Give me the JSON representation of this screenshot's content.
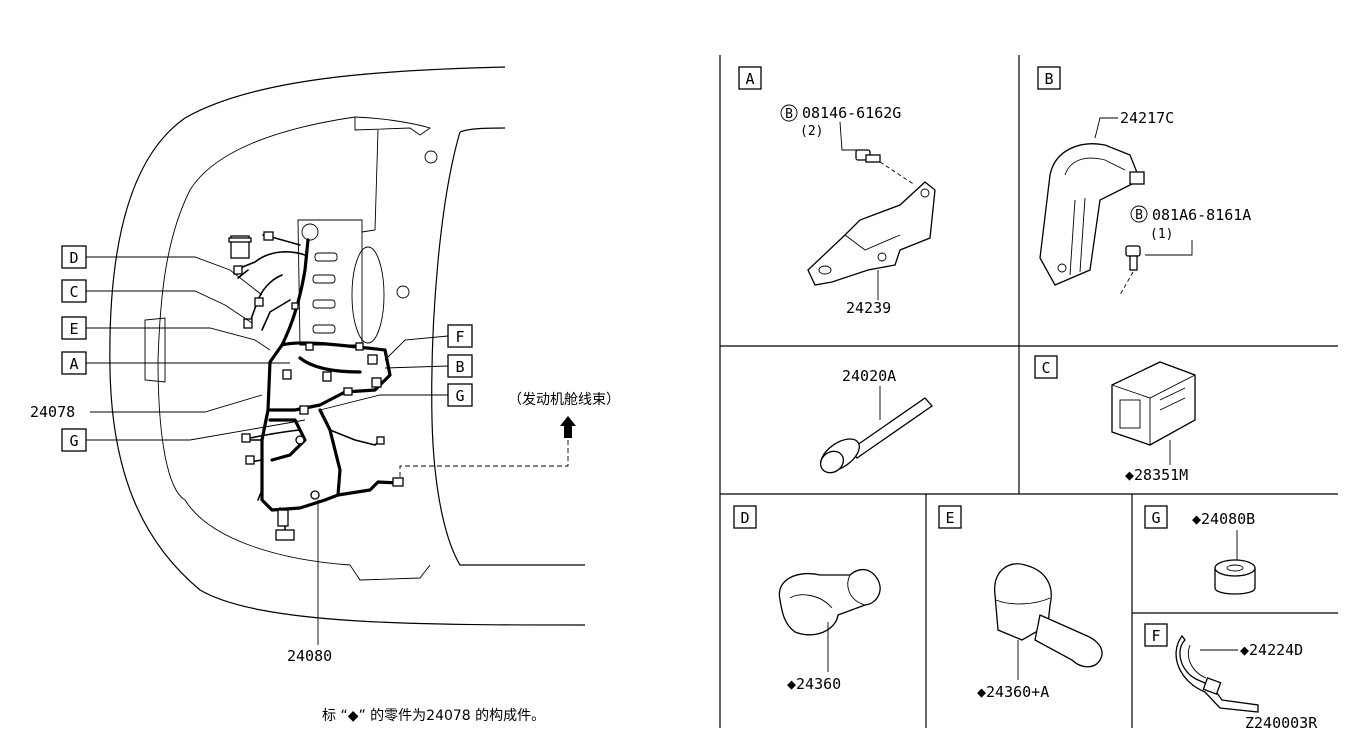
{
  "diagram_code": "Z240003R",
  "footnote": "标 “◆” 的零件为24078 的构成件。",
  "engine_harness_note": "（发动机舱线束）",
  "main_view": {
    "callouts": [
      "D",
      "C",
      "E",
      "A",
      "F",
      "B",
      "G",
      "G"
    ],
    "part_numbers": {
      "left": "24078",
      "bottom": "24080"
    }
  },
  "panels": {
    "A": {
      "letter": "A",
      "bolt_prefix": "B",
      "bolt": "08146-6162G",
      "qty": "(2)",
      "part": "24239"
    },
    "B": {
      "letter": "B",
      "part": "24217C",
      "bolt_prefix": "B",
      "bolt": "081A6-8161A",
      "qty": "(1)"
    },
    "center": {
      "part": "24020A"
    },
    "C": {
      "letter": "C",
      "part": "◆28351M"
    },
    "D": {
      "letter": "D",
      "part": "◆24360"
    },
    "E": {
      "letter": "E",
      "part": "◆24360+A"
    },
    "G": {
      "letter": "G",
      "part": "◆24080B"
    },
    "F": {
      "letter": "F",
      "part": "◆24224D"
    }
  }
}
